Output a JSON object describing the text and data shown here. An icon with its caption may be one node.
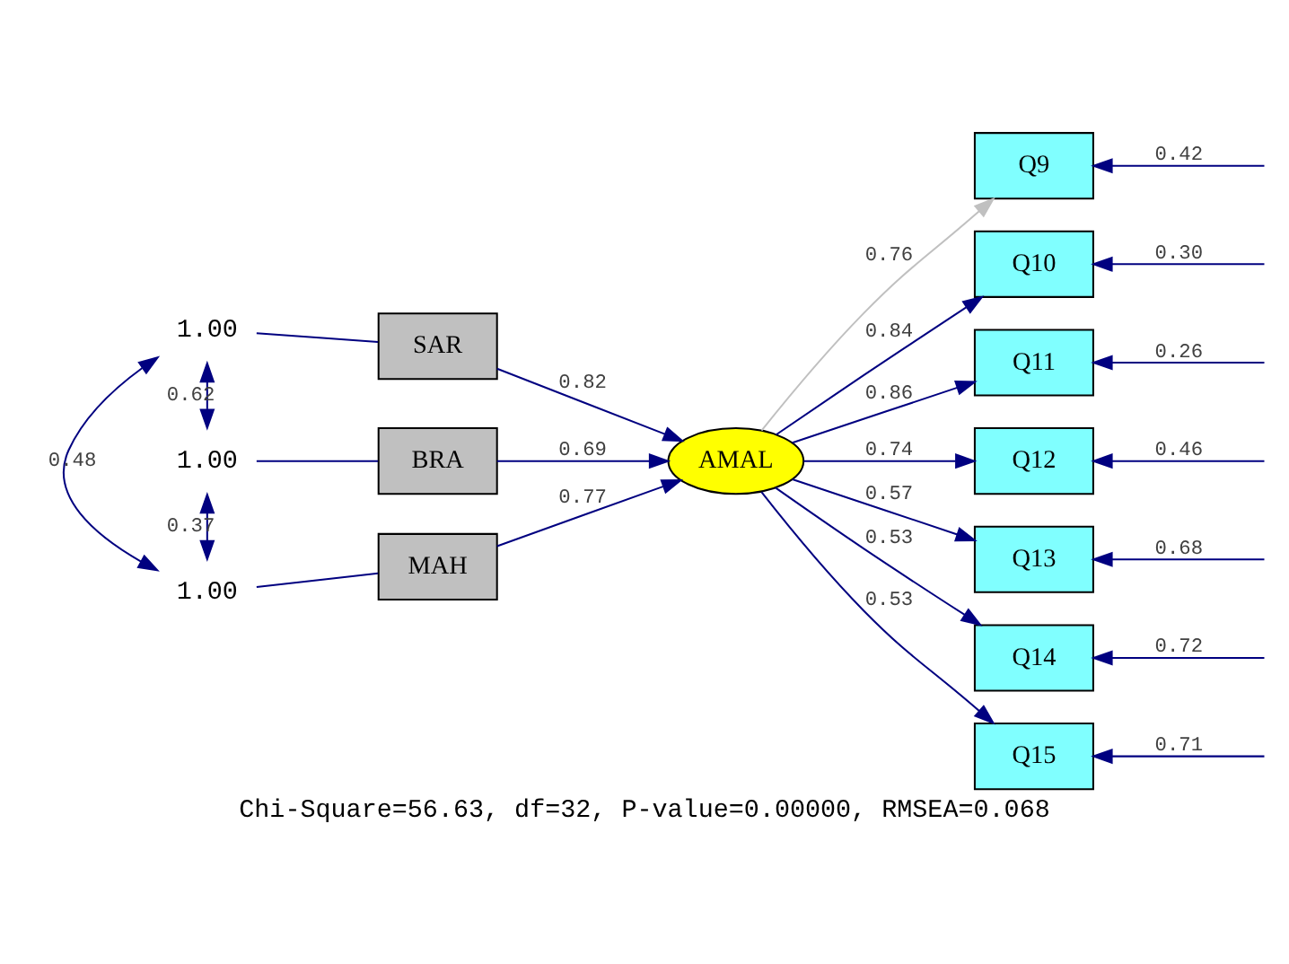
{
  "diagram": {
    "caption": "Chi-Square=56.63, df=32, P-value=0.00000, RMSEA=0.068",
    "nodes": [
      {
        "text": [
          "MAH"
        ]
      },
      {
        "text": [
          "SAR"
        ]
      },
      {
        "text": [
          "BRA"
        ]
      },
      {
        "text": [
          "AMAL"
        ]
      },
      {
        "text": [
          "Q9"
        ]
      },
      {
        "text": [
          "Q10"
        ]
      },
      {
        "text": [
          "Q11"
        ]
      },
      {
        "text": [
          "Q12"
        ]
      },
      {
        "text": [
          "Q13"
        ]
      },
      {
        "text": [
          "Q14"
        ]
      },
      {
        "text": [
          "Q15"
        ]
      },
      {
        "text": [
          "1.00"
        ]
      },
      {
        "text": [
          "1.00"
        ]
      },
      {
        "text": [
          "1.00"
        ]
      }
    ],
    "edges": [
      {
        "from": 11,
        "to": 0,
        "arrow": "none"
      },
      {
        "from": 12,
        "to": 1,
        "arrow": "none"
      },
      {
        "from": 13,
        "to": 2,
        "arrow": "none"
      },
      {
        "from": 11,
        "to": 12,
        "arrow": "both",
        "label": "0.48"
      },
      {
        "from": 11,
        "to": 13,
        "arrow": "both",
        "label": "0.37"
      },
      {
        "from": 12,
        "to": 13,
        "arrow": "both",
        "label": "0.62"
      },
      {
        "from": 0,
        "to": 3,
        "arrow": "to",
        "label": "0.77"
      },
      {
        "from": 1,
        "to": 3,
        "arrow": "to",
        "label": "0.82"
      },
      {
        "from": 2,
        "to": 3,
        "arrow": "to",
        "label": "0.69"
      },
      {
        "from": 3,
        "to": 4,
        "arrow": "to",
        "label": "0.76",
        "color": "#c0c0c0"
      },
      {
        "from": 3,
        "to": 5,
        "arrow": "to",
        "label": "0.84"
      },
      {
        "from": 3,
        "to": 6,
        "arrow": "to",
        "label": "0.86"
      },
      {
        "from": 3,
        "to": 7,
        "arrow": "to",
        "label": "0.74"
      },
      {
        "from": 3,
        "to": 8,
        "arrow": "to",
        "label": "0.57"
      },
      {
        "from": 3,
        "to": 9,
        "arrow": "to",
        "label": "0.53"
      },
      {
        "from": 3,
        "to": 10,
        "arrow": "to",
        "label": "0.53"
      },
      {
        "from": null,
        "to": 4,
        "arrow": "to",
        "label": "0.42"
      },
      {
        "from": null,
        "to": 5,
        "arrow": "to",
        "label": "0.30"
      },
      {
        "from": null,
        "to": 6,
        "arrow": "to",
        "label": "0.26"
      },
      {
        "from": null,
        "to": 7,
        "arrow": "to",
        "label": "0.46"
      },
      {
        "from": null,
        "to": 8,
        "arrow": "to",
        "label": "0.68"
      },
      {
        "from": null,
        "to": 9,
        "arrow": "to",
        "label": "0.72"
      },
      {
        "from": null,
        "to": 10,
        "arrow": "to",
        "label": "0.71"
      }
    ]
  }
}
